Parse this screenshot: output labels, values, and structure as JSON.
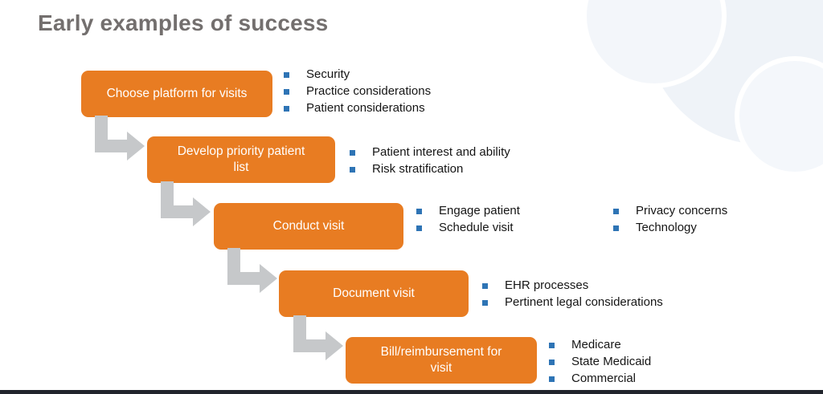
{
  "title": "Early examples of success",
  "steps": [
    {
      "label": "Choose platform for visits",
      "bullets": [
        "Security",
        "Practice considerations",
        "Patient considerations"
      ]
    },
    {
      "label": "Develop priority patient list",
      "bullets": [
        "Patient interest and ability",
        "Risk stratification"
      ]
    },
    {
      "label": "Conduct visit",
      "bullets": [
        "Engage patient",
        "Schedule visit"
      ],
      "bullets_right": [
        "Privacy concerns",
        "Technology"
      ]
    },
    {
      "label": "Document  visit",
      "bullets": [
        "EHR processes",
        "Pertinent legal considerations"
      ]
    },
    {
      "label": "Bill/reimbursement for visit",
      "bullets": [
        "Medicare",
        "State Medicaid",
        "Commercial"
      ]
    }
  ],
  "colors": {
    "step_box_orange": "#E87C22",
    "bullet_square_blue": "#2E74B5",
    "arrow_gray": "#C6C8CA",
    "title_gray": "#736F6E"
  }
}
